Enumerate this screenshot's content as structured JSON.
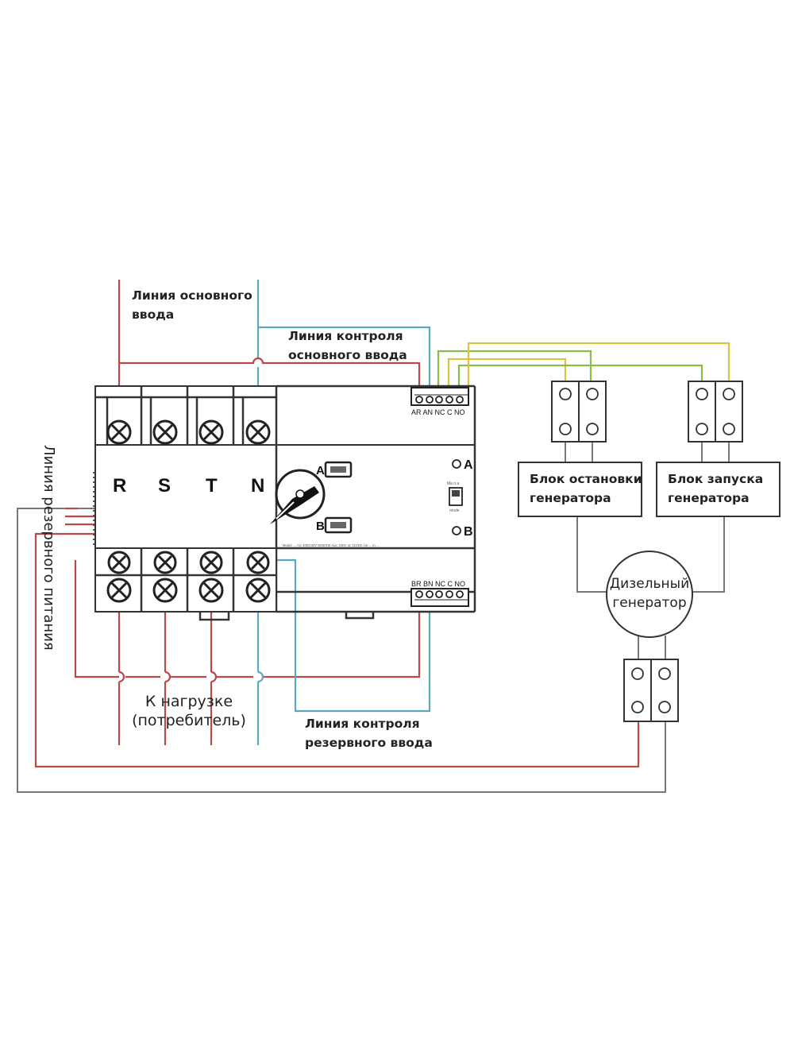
{
  "labels": {
    "main_line": [
      "Линия основного",
      "ввода"
    ],
    "main_control": [
      "Линия контроля",
      "основного ввода"
    ],
    "reserve_line": "Линия резервного питания",
    "reserve_control": [
      "Линия контроля",
      "резервного ввода"
    ],
    "load": [
      "К нагрузке",
      "(потребитель)"
    ],
    "stop_block": [
      "Блок остановки",
      "генератора"
    ],
    "start_block": [
      "Блок запуска",
      "генератора"
    ],
    "generator": [
      "Дизельный",
      "генератор"
    ]
  },
  "switch": {
    "phases": [
      "R",
      "S",
      "T",
      "N"
    ],
    "top_terminals": "AR AN NC C NO",
    "bottom_terminals": "BR BN NC C NO",
    "button_a": "A",
    "button_b": "B",
    "indicator_a": "A",
    "indicator_b": "B",
    "mode_top": "Ma n.a",
    "mode_bottom": "mode",
    "spec_line": "Model: ... AC 400/230V 50/60HZ  Aux: 230V ac 12VDC  Ue:...  In: ..."
  },
  "colors": {
    "phase_wire": "#b94a4a",
    "neutral_wire": "#5aa9bf",
    "control_wire_yellow": "#d8c640",
    "control_wire_green": "#8cbb4a",
    "generator_wire": "#777777"
  }
}
